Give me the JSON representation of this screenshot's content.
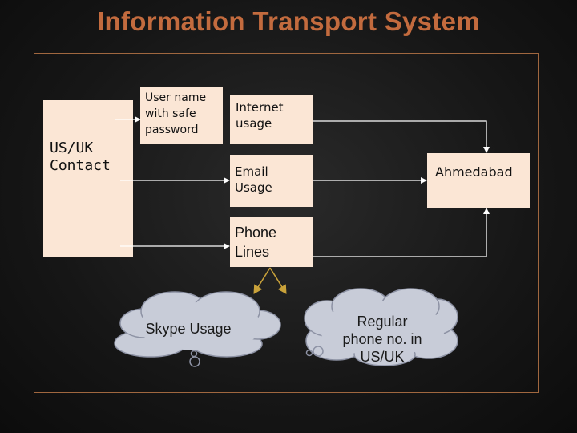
{
  "title": "Information Transport System",
  "nodes": {
    "us_uk_contact": "US/UK\nContact",
    "user_name": "User name\nwith safe\npassword",
    "internet_usage": "Internet\nusage",
    "email_usage": "Email\nUsage",
    "phone_lines": "Phone\nLines",
    "ahmedabad": "Ahmedabad",
    "skype_usage": "Skype Usage",
    "regular_phone": "Regular\nphone no. in\nUS/UK"
  },
  "colors": {
    "title": "#c36b3e",
    "box_fill": "#fbe6d5",
    "cloud_fill": "#c8ccd8",
    "frame_border": "#a0673f",
    "connector_arrow": "#c9a23a",
    "line": "#ffffff"
  }
}
